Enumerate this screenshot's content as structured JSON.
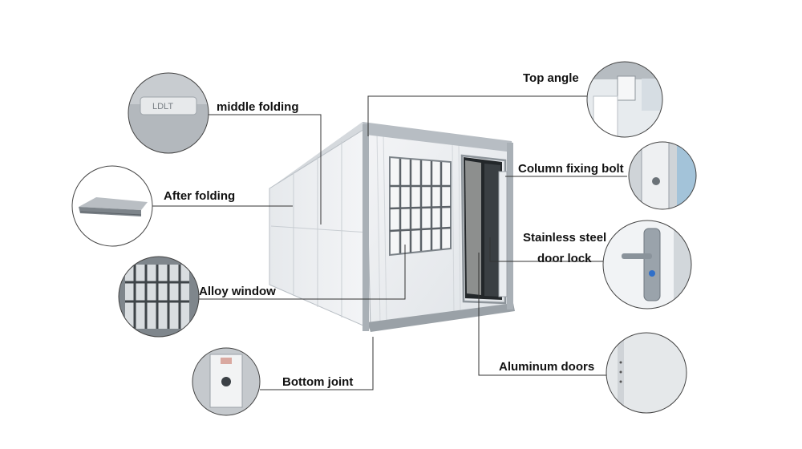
{
  "callouts": {
    "middle_folding": "middle folding",
    "after_folding": "After folding",
    "alloy_window": "Alloy window",
    "bottom_joint": "Bottom joint",
    "top_angle": "Top angle",
    "column_fixing_bolt": "Column fixing bolt",
    "stainless_steel_line1": "Stainless steel",
    "stainless_steel_line2": "door lock",
    "aluminum_doors": "Aluminum doors"
  },
  "detail_photo_stamp": "LDLT",
  "colors": {
    "leader_line": "#333333",
    "panel_white": "#eef0f2",
    "panel_shadow": "#c9ced3",
    "frame_gray": "#8f969c",
    "window_bar": "#5c6268",
    "door_interior": "#1f2326",
    "lock_steel": "#9aa3ab",
    "lock_cylinder": "#2f6fc9"
  }
}
